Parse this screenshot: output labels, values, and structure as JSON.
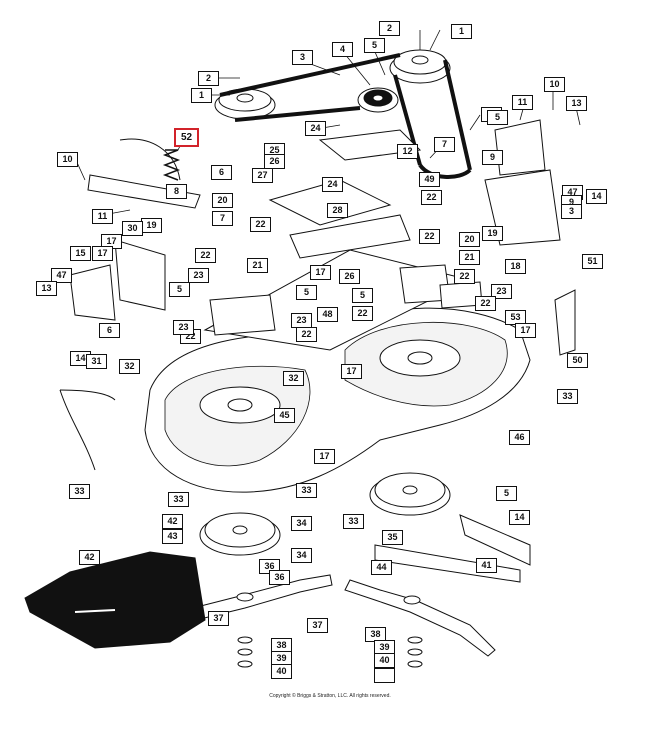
{
  "diagram": {
    "title": "Mower Deck Parts Diagram",
    "highlight_color": "#d2232a",
    "copyright": "Copyright © Briggs & Stratton, LLC. All rights reserved.",
    "callouts": [
      "1",
      "2",
      "3",
      "4",
      "5",
      "2",
      "1",
      "1",
      "2",
      "24",
      "6",
      "6",
      "5",
      "7",
      "11",
      "10",
      "13",
      "5",
      "9",
      "52",
      "25",
      "26",
      "12",
      "10",
      "11",
      "8",
      "27",
      "24",
      "24",
      "6",
      "20",
      "28",
      "49",
      "22",
      "47",
      "14",
      "7",
      "22",
      "22",
      "19",
      "9",
      "3",
      "19",
      "30",
      "17",
      "15",
      "17",
      "22",
      "21",
      "21",
      "17",
      "5",
      "23",
      "23",
      "18",
      "20",
      "21",
      "47",
      "26",
      "5",
      "22",
      "23",
      "22",
      "13",
      "5",
      "23",
      "22",
      "51",
      "48",
      "22",
      "53",
      "17",
      "23",
      "22",
      "22",
      "50",
      "6",
      "14",
      "31",
      "32",
      "17",
      "32",
      "33",
      "45",
      "46",
      "17",
      "33",
      "33",
      "5",
      "14",
      "33",
      "42",
      "43",
      "33",
      "34",
      "34",
      "35",
      "41",
      "36",
      "36",
      "44",
      "42",
      "37",
      "37",
      "38",
      "38",
      "39",
      "39",
      "40",
      "40"
    ]
  }
}
